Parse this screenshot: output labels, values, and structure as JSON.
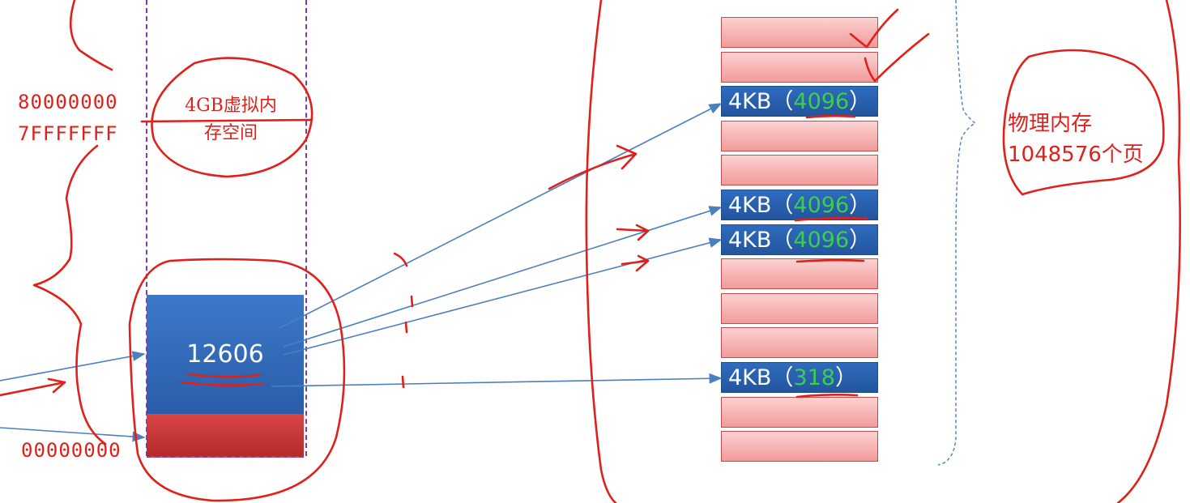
{
  "virtual_memory": {
    "addr_high": "80000000",
    "addr_boundary": "7FFFFFFF",
    "addr_low": "00000000",
    "label_line1": "4GB虚拟内",
    "label_line2": "存空间",
    "used_pages_count": "12606"
  },
  "physical_memory": {
    "label_line1": "物理内存",
    "label_line2": "1048576个页",
    "pages": [
      {
        "state": "free"
      },
      {
        "state": "free"
      },
      {
        "state": "used",
        "size": "4KB",
        "open": "（",
        "count": "4096",
        "close": "）"
      },
      {
        "state": "free"
      },
      {
        "state": "free"
      },
      {
        "state": "used",
        "size": "4KB",
        "open": "（",
        "count": "4096",
        "close": "）"
      },
      {
        "state": "used",
        "size": "4KB",
        "open": "（",
        "count": "4096",
        "close": "）"
      },
      {
        "state": "free"
      },
      {
        "state": "free"
      },
      {
        "state": "free"
      },
      {
        "state": "used",
        "size": "4KB",
        "open": "（",
        "count": "318",
        "close": "）"
      },
      {
        "state": "free"
      },
      {
        "state": "free"
      }
    ]
  },
  "colors": {
    "annotation_red": "#e0201a",
    "arrow_blue": "#4a7fc0",
    "used_page_blue": "#2f6bbf",
    "free_page_pink": "#f7b9b9",
    "count_green": "#3ccf4a",
    "dashed_purple": "#7a3fa0"
  }
}
